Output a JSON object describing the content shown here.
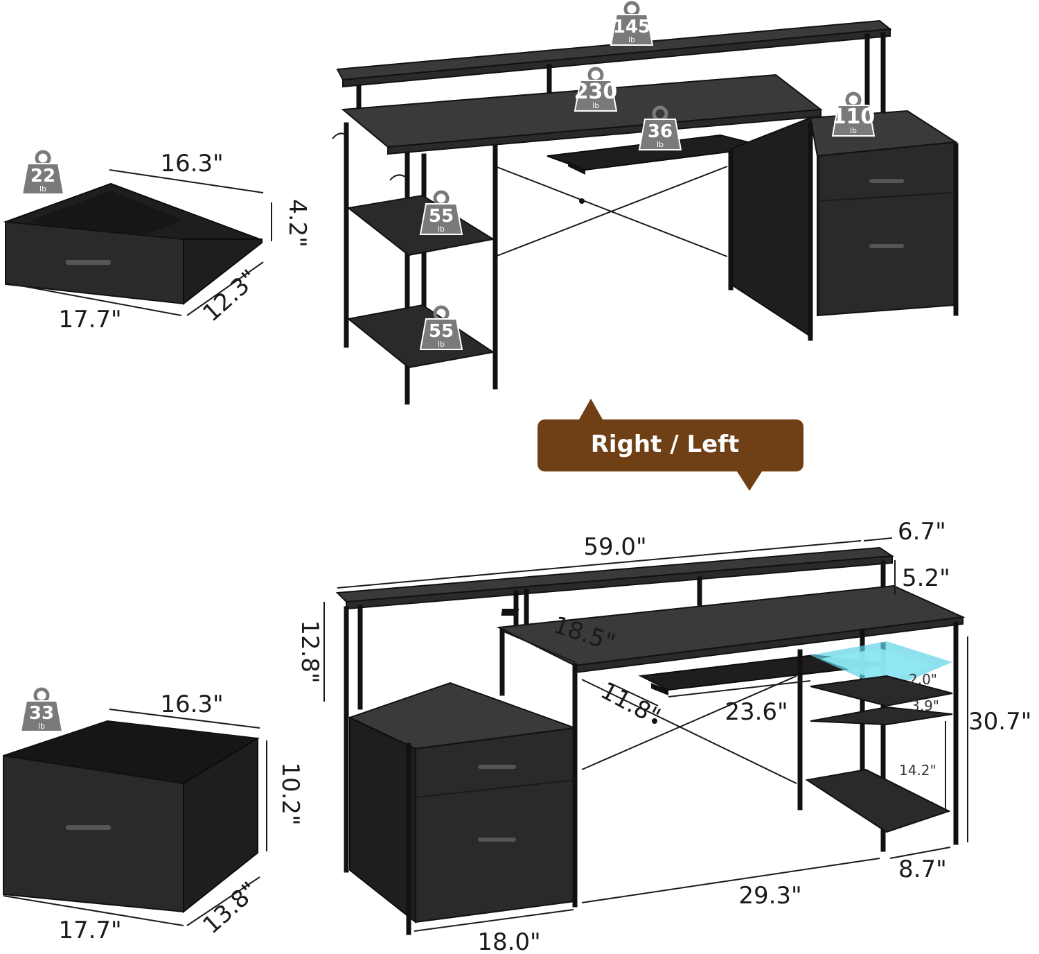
{
  "banner": {
    "label": "Right /  Left",
    "color": "#6f3f15"
  },
  "weights": {
    "unit": "lb",
    "top_shelf": "145",
    "desktop": "230",
    "keyboard_tray": "36",
    "cabinet_top": "110",
    "side_shelf_upper": "55",
    "side_shelf_lower": "55",
    "small_drawer": "22",
    "large_drawer": "33"
  },
  "small_drawer": {
    "width": "16.3\"",
    "height": "4.2\"",
    "front": "17.7\"",
    "depth": "12.3\""
  },
  "large_drawer": {
    "width": "16.3\"",
    "height": "10.2\"",
    "front": "17.7\"",
    "depth": "13.8\""
  },
  "desk": {
    "total_width": "59.0\"",
    "top_depth": "6.7\"",
    "riser_height": "5.2\"",
    "hutch_height": "12.8\"",
    "desk_depth": "18.5\"",
    "tray_depth": "11.8\"",
    "tray_width": "23.6\"",
    "led_shelf_gap": "2.0\"",
    "shelf_gap": "3.9\"",
    "lower_shelf_gap": "14.2\"",
    "total_height": "30.7\"",
    "shelf_depth": "8.7\"",
    "leg_space": "29.3\"",
    "cabinet_width": "18.0\""
  },
  "colors": {
    "wood": "#2a2a2a",
    "weight_badge": "#7a7a7a",
    "led": "#5fd3e6"
  }
}
